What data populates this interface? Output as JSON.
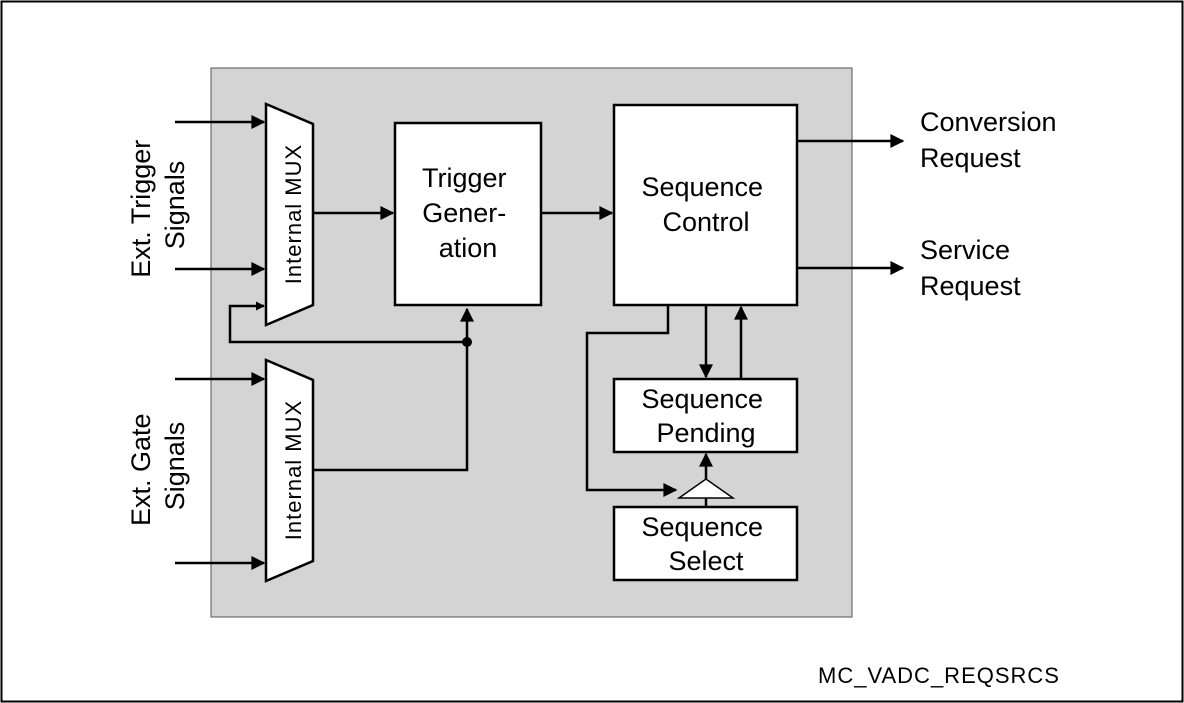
{
  "figure_id": "MC_VADC_REQSRCS",
  "inputs": {
    "trigger_label": [
      "Ext. Trigger",
      "Signals"
    ],
    "gate_label": [
      "Ext. Gate",
      "Signals"
    ]
  },
  "blocks": {
    "mux_trigger": "Internal MUX",
    "mux_gate": "Internal MUX",
    "trigger_generation": [
      "Trigger",
      "Gener-",
      "ation"
    ],
    "sequence_control": [
      "Sequence",
      "Control"
    ],
    "sequence_pending": [
      "Sequence",
      "Pending"
    ],
    "sequence_select": [
      "Sequence",
      "Select"
    ]
  },
  "outputs": {
    "conversion_request": [
      "Conversion",
      "Request"
    ],
    "service_request": [
      "Service",
      "Request"
    ]
  },
  "colors": {
    "panel_fill": "#d4d4d4",
    "line": "#000000",
    "block_fill": "#ffffff"
  }
}
